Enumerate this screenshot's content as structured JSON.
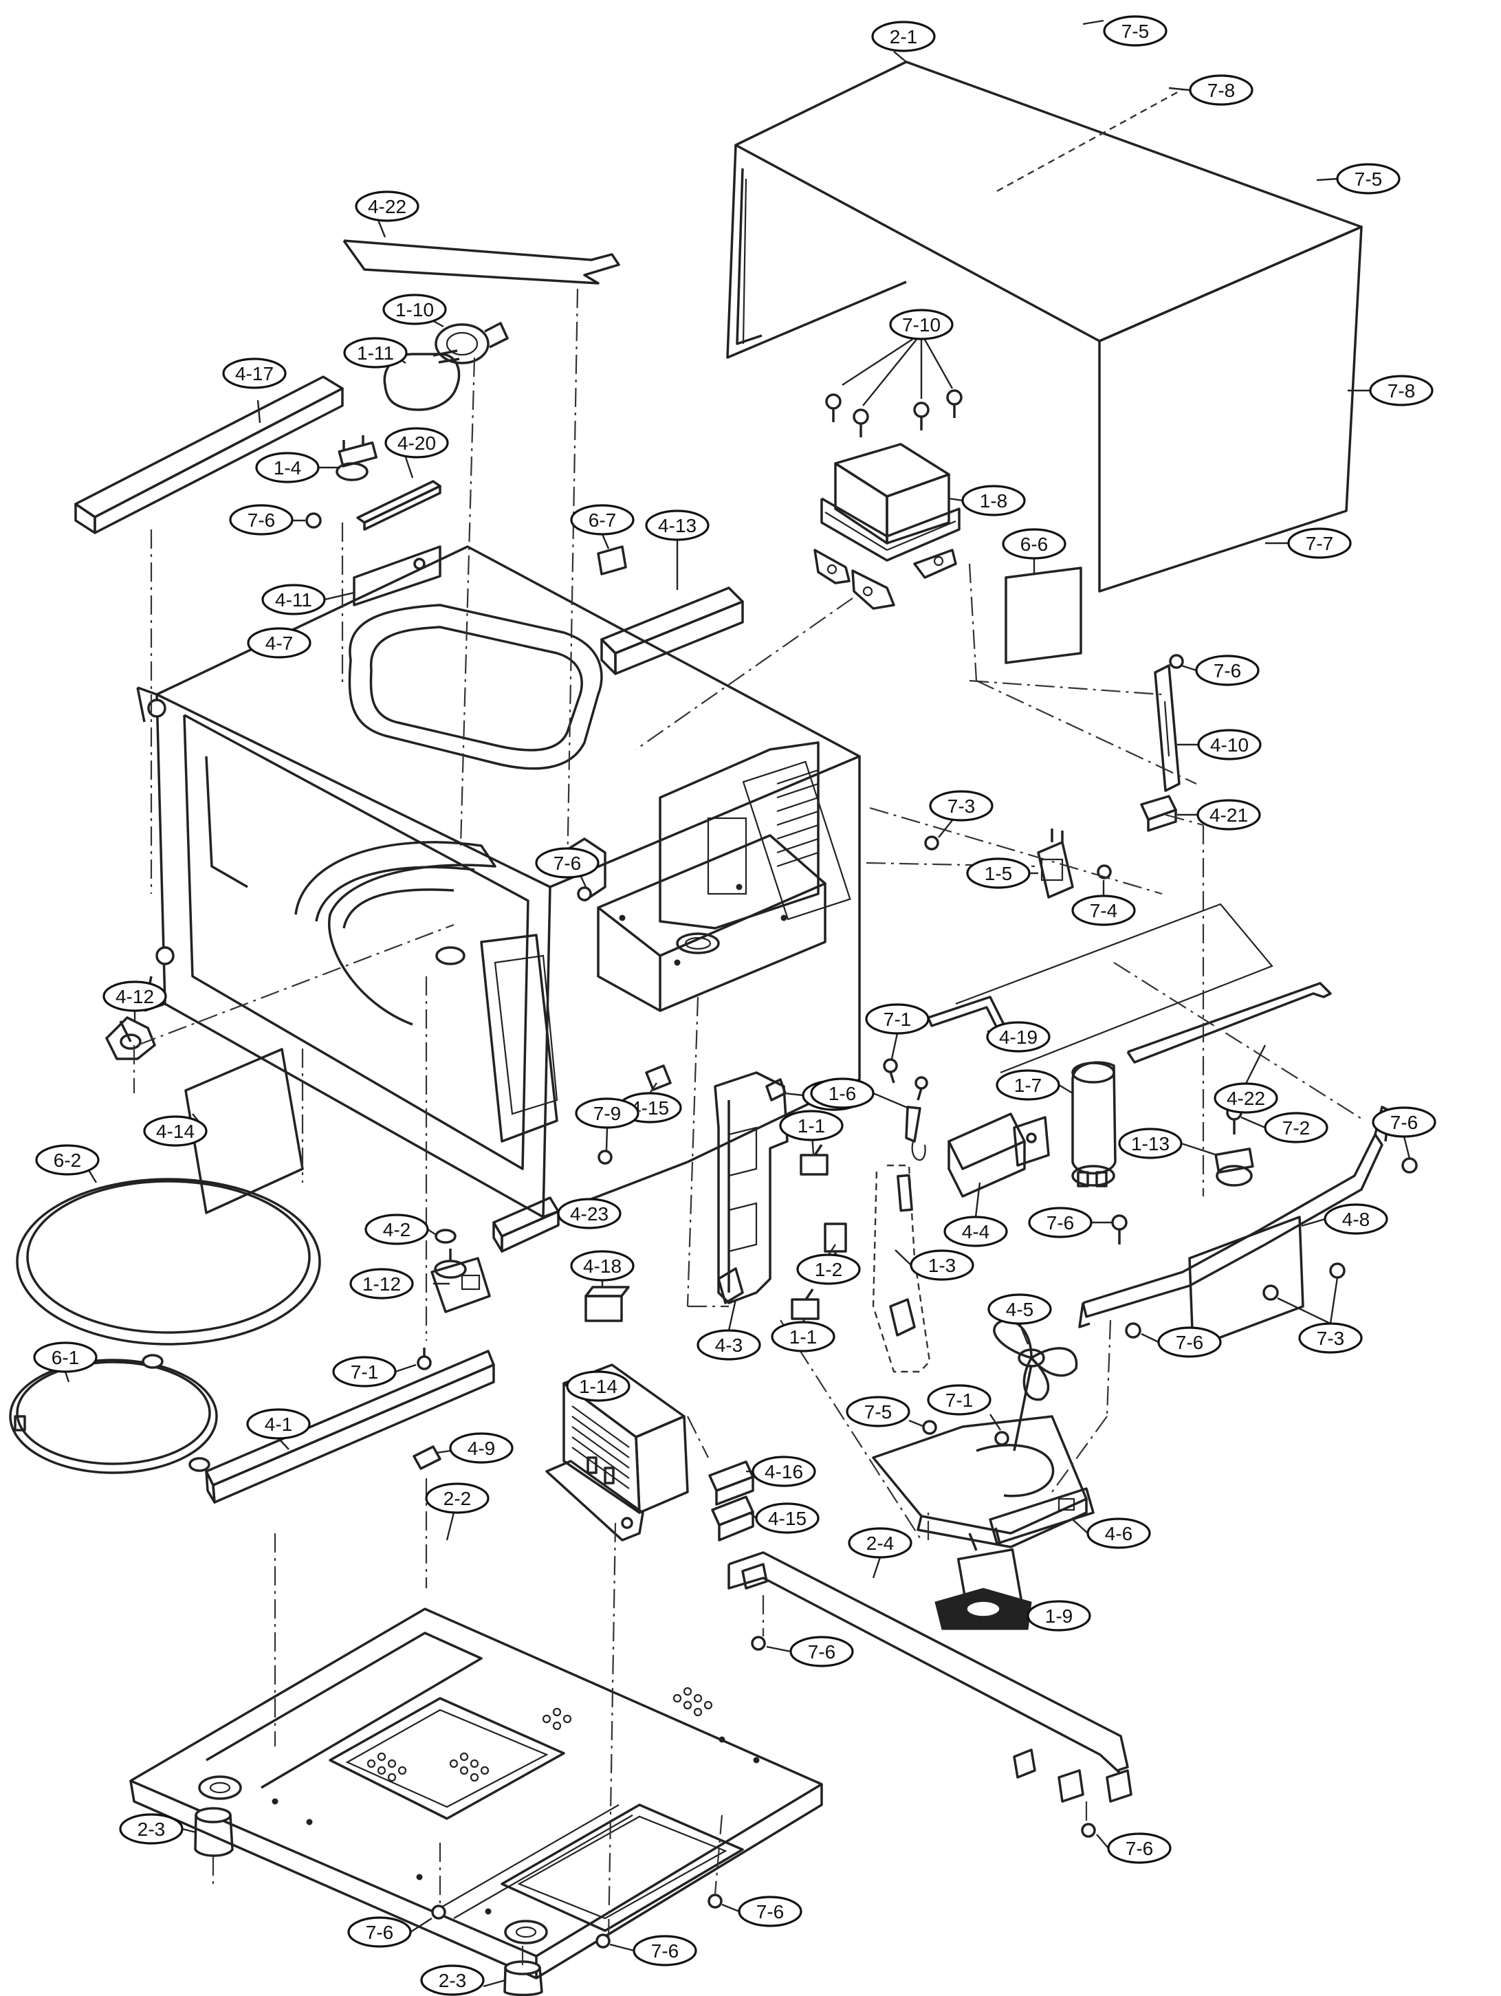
{
  "labels": {
    "l_2_1": "2-1",
    "l_7_5a": "7-5",
    "l_7_8a": "7-8",
    "l_7_5b": "7-5",
    "l_4_22a": "4-22",
    "l_1_10": "1-10",
    "l_1_11": "1-11",
    "l_7_10": "7-10",
    "l_7_8b": "7-8",
    "l_4_17": "4-17",
    "l_4_20": "4-20",
    "l_1_4": "1-4",
    "l_1_8": "1-8",
    "l_7_6a": "7-6",
    "l_6_7": "6-7",
    "l_4_13": "4-13",
    "l_7_7": "7-7",
    "l_4_11": "4-11",
    "l_6_6": "6-6",
    "l_4_7": "4-7",
    "l_7_6b": "7-6",
    "l_4_10": "4-10",
    "l_4_21a": "4-21",
    "l_7_3a": "7-3",
    "l_7_6c": "7-6",
    "l_1_5": "1-5",
    "l_7_4": "7-4",
    "l_4_19": "4-19",
    "l_4_22b": "4-22",
    "l_4_12": "4-12",
    "l_4_15a": "4-15",
    "l_4_21b": "4-21",
    "l_7_1a": "7-1",
    "l_1_7": "1-7",
    "l_1_6": "1-6",
    "l_4_14": "4-14",
    "l_7_9": "7-9",
    "l_1_1a": "1-1",
    "l_7_2": "7-2",
    "l_7_6d": "7-6",
    "l_1_13": "1-13",
    "l_6_2": "6-2",
    "l_4_23": "4-23",
    "l_4_4": "4-4",
    "l_4_8": "4-8",
    "l_7_6e": "7-6",
    "l_4_2": "4-2",
    "l_1_2": "1-2",
    "l_1_3": "1-3",
    "l_1_12": "1-12",
    "l_4_18": "4-18",
    "l_7_6f": "7-6",
    "l_7_3b": "7-3",
    "l_6_1": "6-1",
    "l_4_3": "4-3",
    "l_1_1b": "1-1",
    "l_4_5": "4-5",
    "l_7_1b": "7-1",
    "l_1_14": "1-14",
    "l_7_5c": "7-5",
    "l_7_1c": "7-1",
    "l_4_1": "4-1",
    "l_4_9": "4-9",
    "l_4_16": "4-16",
    "l_2_2": "2-2",
    "l_4_15b": "4-15",
    "l_4_6": "4-6",
    "l_2_4": "2-4",
    "l_1_9": "1-9",
    "l_7_6g": "7-6",
    "l_2_3a": "2-3",
    "l_7_6h": "7-6",
    "l_7_6i": "7-6",
    "l_7_6j": "7-6",
    "l_2_3b": "2-3",
    "l_7_6k": "7-6"
  }
}
